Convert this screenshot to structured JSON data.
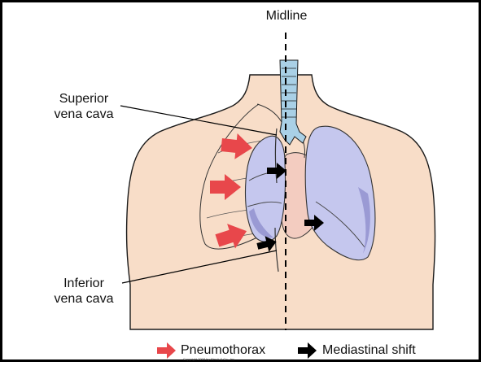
{
  "labels": {
    "midline": "Midline",
    "svc_line1": "Superior",
    "svc_line2": "vena cava",
    "ivc_line1": "Inferior",
    "ivc_line2": "vena cava"
  },
  "legend": {
    "pneumothorax": "Pneumothorax",
    "mediastinal_shift": "Mediastinal shift"
  },
  "colors": {
    "skin": "#f8ddc8",
    "lung": "#c5c7ee",
    "lung_shadow": "#9a9ad4",
    "heart": "#f3ccc0",
    "trachea": "#a9d0e6",
    "pneumothorax_arrow": "#e8474b",
    "shift_arrow": "#000000",
    "frame": "#000000"
  },
  "copyright": "Copyright 2008 by Merck & Co., Inc."
}
